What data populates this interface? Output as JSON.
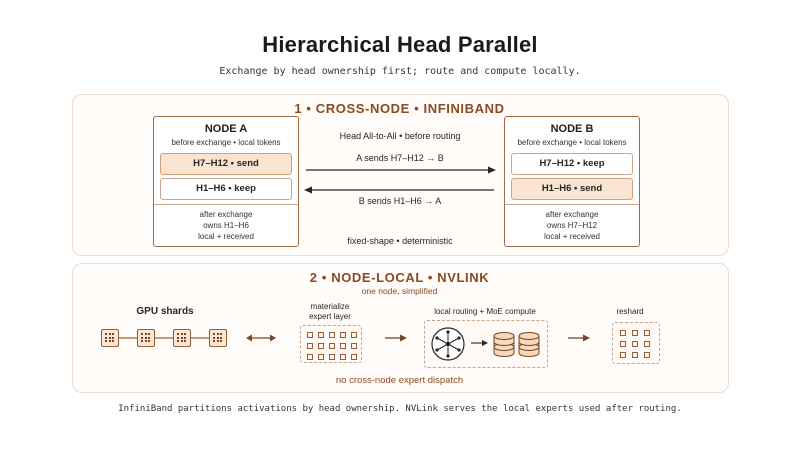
{
  "header": {
    "title": "Hierarchical Head Parallel",
    "subtitle": "Exchange by head ownership first; route and compute locally."
  },
  "section1": {
    "title": "1 • CROSS-NODE • INFINIBAND",
    "node_a": {
      "name": "NODE A",
      "sub": "before exchange • local tokens",
      "row1": "H7–H12 • send",
      "row2": "H1–H6 • keep",
      "after1": "after exchange",
      "after2": "owns H1–H6",
      "after3": "local + received"
    },
    "node_b": {
      "name": "NODE B",
      "sub": "before exchange • local tokens",
      "row1": "H7–H12 • keep",
      "row2": "H1–H6 • send",
      "after1": "after exchange",
      "after2": "owns H7–H12",
      "after3": "local + received"
    },
    "center_top": "Head All-to-All • before routing",
    "arrow_right_label": "A sends H7–H12 → B",
    "arrow_left_label": "B sends H1–H6 → A",
    "center_bottom": "fixed-shape • deterministic"
  },
  "section2": {
    "title": "2 • NODE-LOCAL • NVLINK",
    "subtitle": "one node, simplified",
    "gpu_label": "GPU shards",
    "materialize_line1": "materialize",
    "materialize_line2": "expert layer",
    "routing_label": "local routing + MoE compute",
    "reshard_label": "reshard",
    "bottom_note": "no cross-node expert dispatch"
  },
  "footer": {
    "text": "InfiniBand partitions activations by head ownership. NVLink serves the local experts used after routing."
  },
  "colors": {
    "accent": "#8a4a22",
    "border": "#a46a43",
    "send_fill": "#f9e4d2",
    "panel_border": "#ecdccd"
  }
}
